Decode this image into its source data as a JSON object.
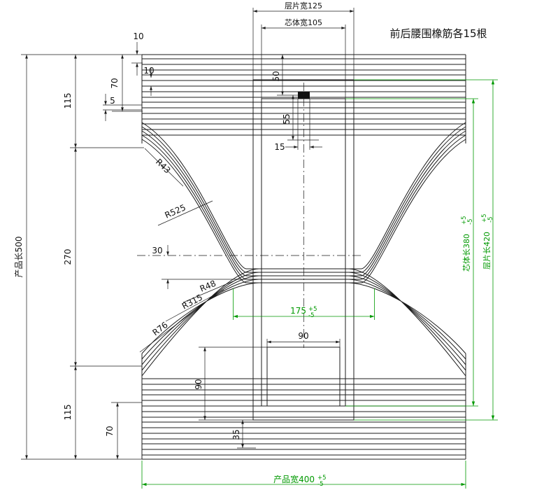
{
  "note_waist_elastic": "前后腰围橡筋各15根",
  "dims": {
    "layer_width": "层片宽125",
    "core_width": "芯体宽105",
    "top_offset_10": "10",
    "elastic_70_top": "70",
    "elastic_10": "10",
    "elastic_5": "5",
    "left_115_top": "115",
    "left_270": "270",
    "left_115_bottom": "115",
    "product_length": "产品长500",
    "center_50": "50",
    "center_55": "55",
    "tape_15": "15",
    "waist_30": "30",
    "r43": "R43",
    "r525": "R525",
    "r48": "R48",
    "r315": "R315",
    "r76": "R76",
    "crotch_175": "175",
    "core_90_w": "90",
    "core_90_h": "90",
    "bottom_35": "35",
    "elastic_70_bottom": "70",
    "core_length": "芯体长380",
    "layer_length": "层片长420",
    "product_width": "产品宽400",
    "tol_plus": "+5",
    "tol_minus": "-5"
  },
  "colors": {
    "line": "#1b1b1b",
    "accent_green": "#009900"
  }
}
